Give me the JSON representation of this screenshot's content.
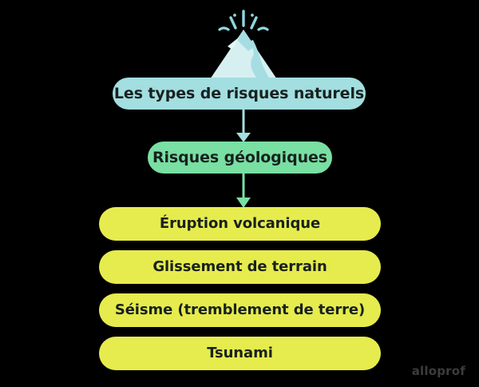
{
  "diagram": {
    "title": "Les types de risques naturels",
    "background_color": "#000000",
    "illustration": {
      "name": "volcano-illustration",
      "alt": "Volcan en éruption",
      "mountain_color": "#d6f0f1",
      "lava_color": "#a6dde3",
      "ray_color": "#8fd6de"
    },
    "root": {
      "label": "Les types de risques naturels",
      "color": "#a3dee0"
    },
    "branch": {
      "label": "Risques géologiques",
      "color": "#79dfa2"
    },
    "leaves": [
      {
        "label": "Éruption volcanique",
        "color": "#e6ec4d"
      },
      {
        "label": "Glissement de terrain",
        "color": "#e6ec4d"
      },
      {
        "label": "Séisme (tremblement de terre)",
        "color": "#e6ec4d"
      },
      {
        "label": "Tsunami",
        "color": "#e6ec4d"
      }
    ],
    "connectors": [
      {
        "name": "arrow-root-to-branch",
        "color": "#a3dee0"
      },
      {
        "name": "arrow-branch-to-leaves",
        "color": "#79dfa2"
      }
    ],
    "watermark": {
      "text": "alloprof",
      "color": "#3c3c3c"
    }
  }
}
